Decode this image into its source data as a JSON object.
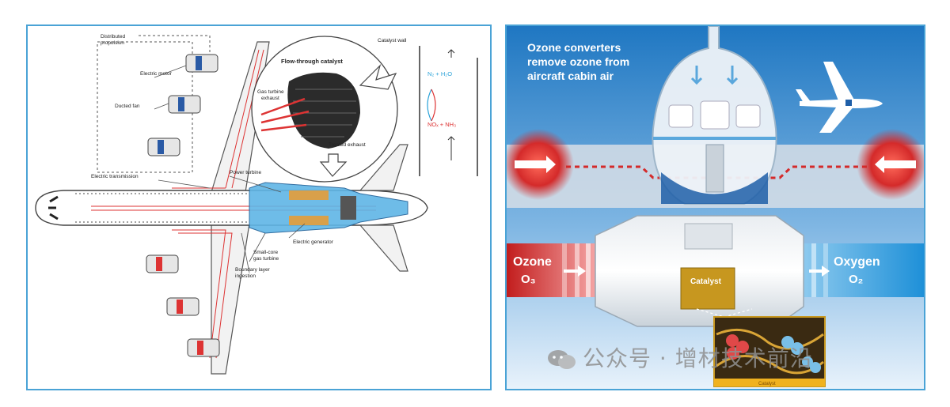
{
  "left": {
    "labels": {
      "distributed": "Distributed",
      "propulsion": "propulsion",
      "electric_motor": "Electric motor",
      "ducted_fan": "Ducted fan",
      "flow_through": "Flow-through catalyst",
      "gas_turbine": "Gas turbine",
      "exhaust": "exhaust",
      "treated_exhaust": "Treated exhaust",
      "catalyst_wall": "Catalyst wall",
      "n2_h2o": "N₂ + H₂O",
      "nox_nh3": "NOₓ + NH₃",
      "electric_transmission": "Electric transmission",
      "power_turbine": "Power turbine",
      "electric_generator": "Electric generator",
      "small_core": "Small-core",
      "gas_turbine2": "gas turbine",
      "boundary_layer": "Boundary layer",
      "ingestion": "ingestion"
    }
  },
  "right": {
    "title_line1": "Ozone converters",
    "title_line2": "remove ozone from",
    "title_line3": "aircraft cabin air",
    "ozone_label": "Ozone",
    "ozone_formula": "O₃",
    "oxygen_label": "Oxygen",
    "oxygen_formula": "O₂",
    "catalyst_label": "Catalyst",
    "catalyst_small": "Catalyst"
  },
  "watermark": {
    "text": "公众号 · 增材技术前沿"
  },
  "colors": {
    "frame": "#4aa3d6",
    "sky_blue": "#1f77c2",
    "ozone_red": "#d42a2a",
    "oxygen_blue": "#1e90d8",
    "catalyst_gold": "#c7971f"
  }
}
